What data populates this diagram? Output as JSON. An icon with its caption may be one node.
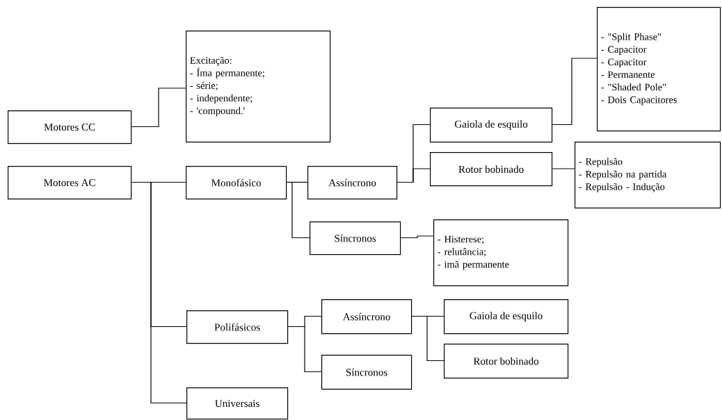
{
  "diagram": {
    "nodes": [
      {
        "text": [
          "Motores CC"
        ]
      },
      {
        "text": [
          "Excitação:",
          "- Íma permanente;",
          "- série;",
          "- independente;",
          "- 'compound.'"
        ]
      },
      {
        "text": [
          "Motores AC"
        ]
      },
      {
        "text": [
          "Monofásico"
        ]
      },
      {
        "text": [
          "Assíncrono"
        ]
      },
      {
        "text": [
          "Gaiola de esquilo"
        ]
      },
      {
        "text": [
          "- \"Split Phase\"",
          "- Capacitor",
          "- Capacitor",
          "- Permanente",
          "- \"Shaded Pole\"",
          "- Dois Capacitores"
        ]
      },
      {
        "text": [
          "Rotor bobinado"
        ]
      },
      {
        "text": [
          "- Repulsão",
          "- Repulsão na partida",
          "- Repulsão - Indução"
        ]
      },
      {
        "text": [
          "Síncronos"
        ]
      },
      {
        "text": [
          "- Histerese;",
          "- relutância;",
          "- imã permanente"
        ]
      },
      {
        "text": [
          "Polifásicos"
        ]
      },
      {
        "text": [
          "Assíncrono"
        ]
      },
      {
        "text": [
          "Síncronos"
        ]
      },
      {
        "text": [
          "Gaiola de esquilo"
        ]
      },
      {
        "text": [
          "Rotor bobinado"
        ]
      },
      {
        "text": [
          "Universais"
        ]
      }
    ],
    "edges": [
      {
        "from": 0,
        "to": 1,
        "arrow": "none"
      },
      {
        "from": 2,
        "to": 3,
        "arrow": "none"
      },
      {
        "from": 2,
        "to": 11,
        "arrow": "none"
      },
      {
        "from": 2,
        "to": 16,
        "arrow": "none"
      },
      {
        "from": 3,
        "to": 4,
        "arrow": "none"
      },
      {
        "from": 3,
        "to": 9,
        "arrow": "none"
      },
      {
        "from": 4,
        "to": 5,
        "arrow": "none"
      },
      {
        "from": 4,
        "to": 7,
        "arrow": "none"
      },
      {
        "from": 5,
        "to": 6,
        "arrow": "none"
      },
      {
        "from": 7,
        "to": 8,
        "arrow": "none"
      },
      {
        "from": 9,
        "to": 10,
        "arrow": "none"
      },
      {
        "from": 11,
        "to": 12,
        "arrow": "none"
      },
      {
        "from": 11,
        "to": 13,
        "arrow": "none"
      },
      {
        "from": 12,
        "to": 14,
        "arrow": "none"
      },
      {
        "from": 12,
        "to": 15,
        "arrow": "none"
      }
    ]
  }
}
